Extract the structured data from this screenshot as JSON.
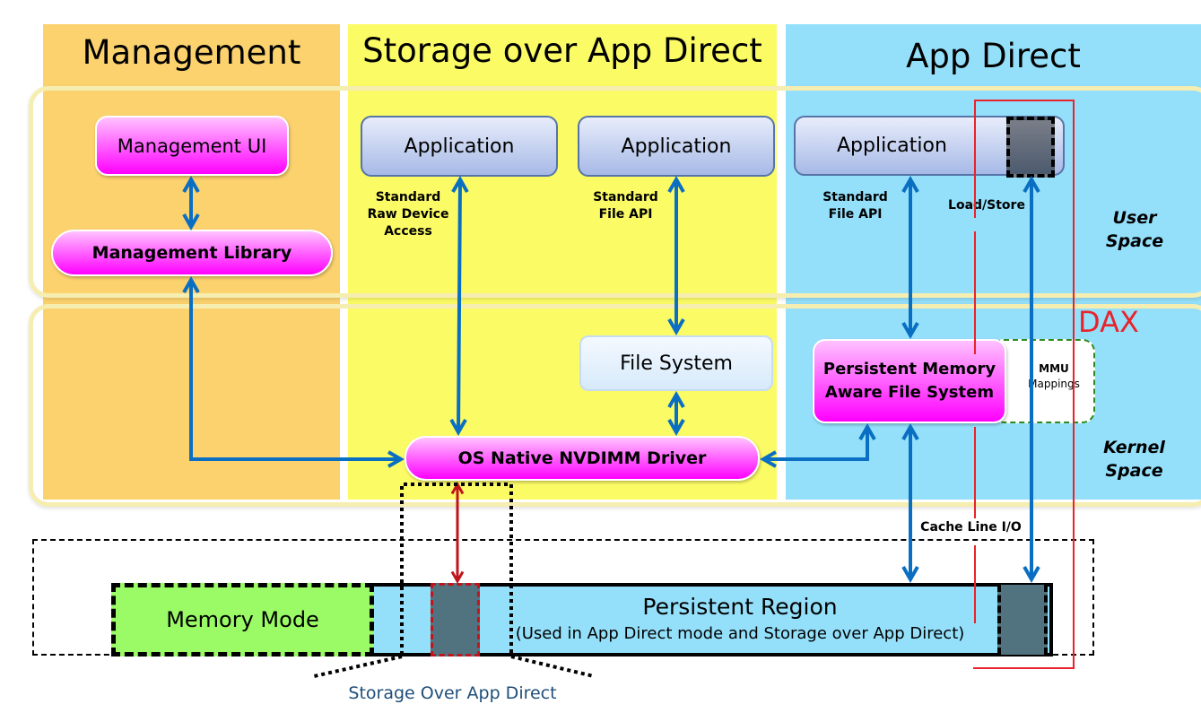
{
  "columns": {
    "management": {
      "title": "Management"
    },
    "storage_over_app_direct": {
      "title": "Storage over App Direct"
    },
    "app_direct": {
      "title": "App Direct"
    }
  },
  "spaces": {
    "user_space": [
      "User",
      "Space"
    ],
    "kernel_space": [
      "Kernel",
      "Space"
    ]
  },
  "management": {
    "ui": "Management UI",
    "library": "Management Library"
  },
  "storage": {
    "app1": "Application",
    "app2": "Application",
    "raw_access_label": [
      "Standard",
      "Raw Device",
      "Access"
    ],
    "file_api_label": [
      "Standard",
      "File API"
    ],
    "file_system": "File System",
    "driver": "OS Native NVDIMM Driver"
  },
  "app_direct": {
    "app": "Application",
    "file_api_label": [
      "Standard",
      "File API"
    ],
    "load_store_label": "Load/Store",
    "pmem_fs": [
      "Persistent Memory",
      "Aware File System"
    ],
    "mmu": [
      "MMU",
      "Mappings"
    ],
    "dax_label": "DAX",
    "cache_line_label": "Cache Line I/O"
  },
  "memory": {
    "memory_mode": "Memory Mode",
    "persistent_region": "Persistent Region",
    "persistent_region_sub": "(Used in App Direct mode and Storage over App Direct)",
    "storage_over_app_direct_caption": "Storage Over App Direct"
  },
  "colors": {
    "management_bg": "#fbd26e",
    "storage_bg": "#fbfb66",
    "app_direct_bg": "#94e0fb",
    "arrow_blue": "#0a6fc2",
    "dax_red": "#e8232b",
    "driver_arrow_red": "#c0141c",
    "memory_mode_green": "#9bfb66",
    "block_gray": "#50737f",
    "caption_blue": "#1f4e79"
  }
}
